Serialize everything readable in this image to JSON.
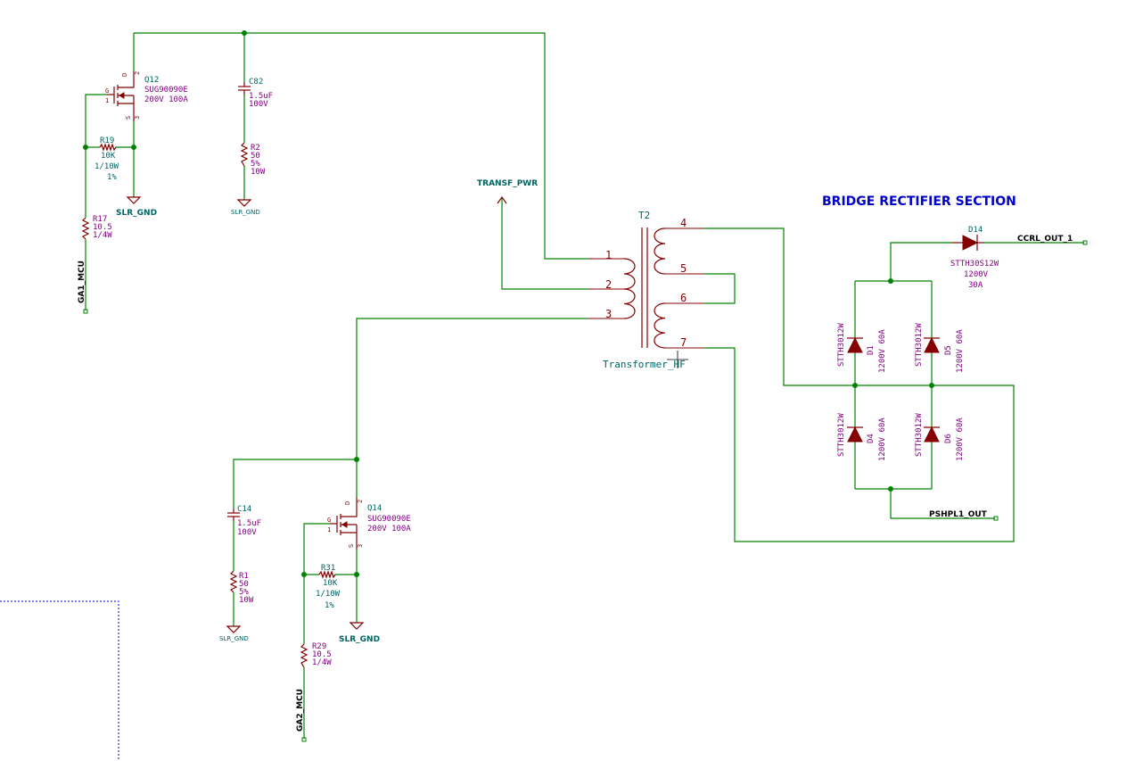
{
  "section_title": "BRIDGE RECTIFIER SECTION",
  "transformer": {
    "ref": "T2",
    "value": "Transformer_HF",
    "pins": [
      "1",
      "2",
      "3",
      "4",
      "5",
      "6",
      "7"
    ]
  },
  "mosfets": [
    {
      "ref": "Q12",
      "value": "SUG90090E",
      "rating": "200V 100A",
      "pin_g": "G",
      "pin_1": "1",
      "pin_d": "D",
      "pin_2": "2",
      "pin_s": "S",
      "pin_3": "3"
    },
    {
      "ref": "Q14",
      "value": "SUG90090E",
      "rating": "200V 100A",
      "pin_g": "G",
      "pin_1": "1",
      "pin_d": "D",
      "pin_2": "2",
      "pin_s": "S",
      "pin_3": "3"
    }
  ],
  "capacitors": [
    {
      "ref": "C82",
      "value": "1.5uF",
      "rating": "100V"
    },
    {
      "ref": "C14",
      "value": "1.5uF",
      "rating": "100V"
    }
  ],
  "resistors": [
    {
      "ref": "R19",
      "value": "10K",
      "power": "1/10W",
      "tol": "1%"
    },
    {
      "ref": "R17",
      "value": "10.5",
      "power": "1/4W"
    },
    {
      "ref": "R2",
      "value": "50",
      "tol": "5%",
      "power": "10W"
    },
    {
      "ref": "R31",
      "value": "10K",
      "power": "1/10W",
      "tol": "1%"
    },
    {
      "ref": "R29",
      "value": "10.5",
      "power": "1/4W"
    },
    {
      "ref": "R1",
      "value": "50",
      "tol": "5%",
      "power": "10W"
    }
  ],
  "diodes": [
    {
      "ref": "D1",
      "part": "STTH3012W",
      "rating": "1200V 60A"
    },
    {
      "ref": "D5",
      "part": "STTH3012W",
      "rating": "1200V 60A"
    },
    {
      "ref": "D4",
      "part": "STTH3012W",
      "rating": "1200V 60A"
    },
    {
      "ref": "D6",
      "part": "STTH3012W",
      "rating": "1200V 60A"
    },
    {
      "ref": "D14",
      "part": "STTH30S12W",
      "rating_v": "1200V",
      "rating_a": "30A"
    }
  ],
  "power_symbols": {
    "slr_gnd": "SLR_GND",
    "transf_pwr": "TRANSF_PWR"
  },
  "net_labels": {
    "ga1": "GA1_MCU",
    "ga2": "GA2_MCU",
    "ccrl": "CCRL_OUT_1",
    "pshpl": "PSHPL1_OUT"
  }
}
